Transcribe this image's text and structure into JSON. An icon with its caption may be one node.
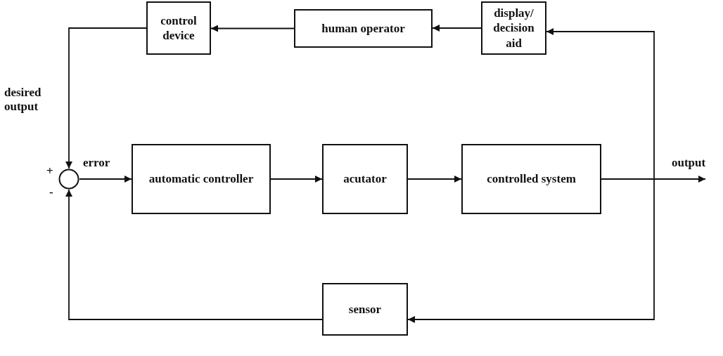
{
  "diagram": {
    "nodes": [
      {
        "text": [
          "control device"
        ]
      },
      {
        "text": [
          "human operator"
        ]
      },
      {
        "text": [
          "display/ decision aid"
        ]
      },
      {
        "text": [],
        "shape": "circle",
        "beside": [
          "+",
          "-"
        ]
      },
      {
        "text": [
          "automatic controller"
        ]
      },
      {
        "text": [
          "acutator"
        ]
      },
      {
        "text": [
          "controlled system"
        ]
      },
      {
        "text": [
          "sensor"
        ]
      }
    ],
    "edges": [
      {
        "from": 6,
        "to": null,
        "arrow": "to",
        "label": "output"
      },
      {
        "from": 6,
        "to": 2,
        "arrow": "to"
      },
      {
        "from": 6,
        "to": 7,
        "arrow": "to"
      },
      {
        "from": 2,
        "to": 1,
        "arrow": "to"
      },
      {
        "from": 1,
        "to": 0,
        "arrow": "to"
      },
      {
        "from": 0,
        "to": 3,
        "arrow": "to",
        "label": "desired output"
      },
      {
        "from": 7,
        "to": 3,
        "arrow": "to"
      },
      {
        "from": 3,
        "to": 4,
        "arrow": "to",
        "label": "error"
      },
      {
        "from": 4,
        "to": 5,
        "arrow": "to"
      },
      {
        "from": 5,
        "to": 6,
        "arrow": "to"
      }
    ]
  }
}
